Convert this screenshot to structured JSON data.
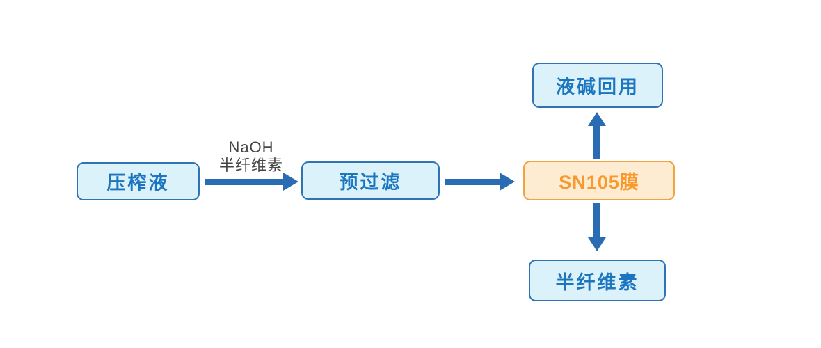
{
  "colors": {
    "bg": "#ffffff",
    "blue-fill": "#dcf2fb",
    "blue-border": "#2e74b5",
    "blue-text": "#1b76bf",
    "orange-fill": "#fdebd2",
    "orange-border": "#f0a33f",
    "orange-text": "#f7992b",
    "arrow": "#2a6cb4",
    "label-text": "#454545"
  },
  "diagram": {
    "nodes": {
      "press_liquid": {
        "label": "压榨液"
      },
      "prefilter": {
        "label": "预过滤"
      },
      "sn105_membrane": {
        "label": "SN105膜"
      },
      "alkali_reuse": {
        "label": "液碱回用"
      },
      "hemicellulose": {
        "label": "半纤维素"
      }
    },
    "edge_label": {
      "line1": "NaOH",
      "line2": "半纤维素"
    }
  }
}
